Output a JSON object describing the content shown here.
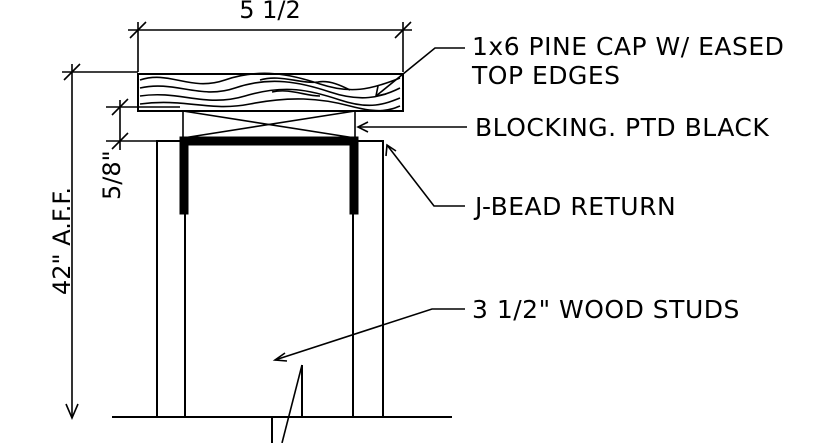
{
  "dimensions": {
    "width_cap": "5 1/2",
    "blocking_height": "5/8\"",
    "overall_height": "42\" A.F.F."
  },
  "callouts": {
    "cap_line1": "1x6 PINE CAP W/ EASED",
    "cap_line2": "TOP EDGES",
    "blocking": "BLOCKING. PTD BLACK",
    "jbead": "J-BEAD RETURN",
    "studs": "3 1/2\" WOOD STUDS"
  }
}
